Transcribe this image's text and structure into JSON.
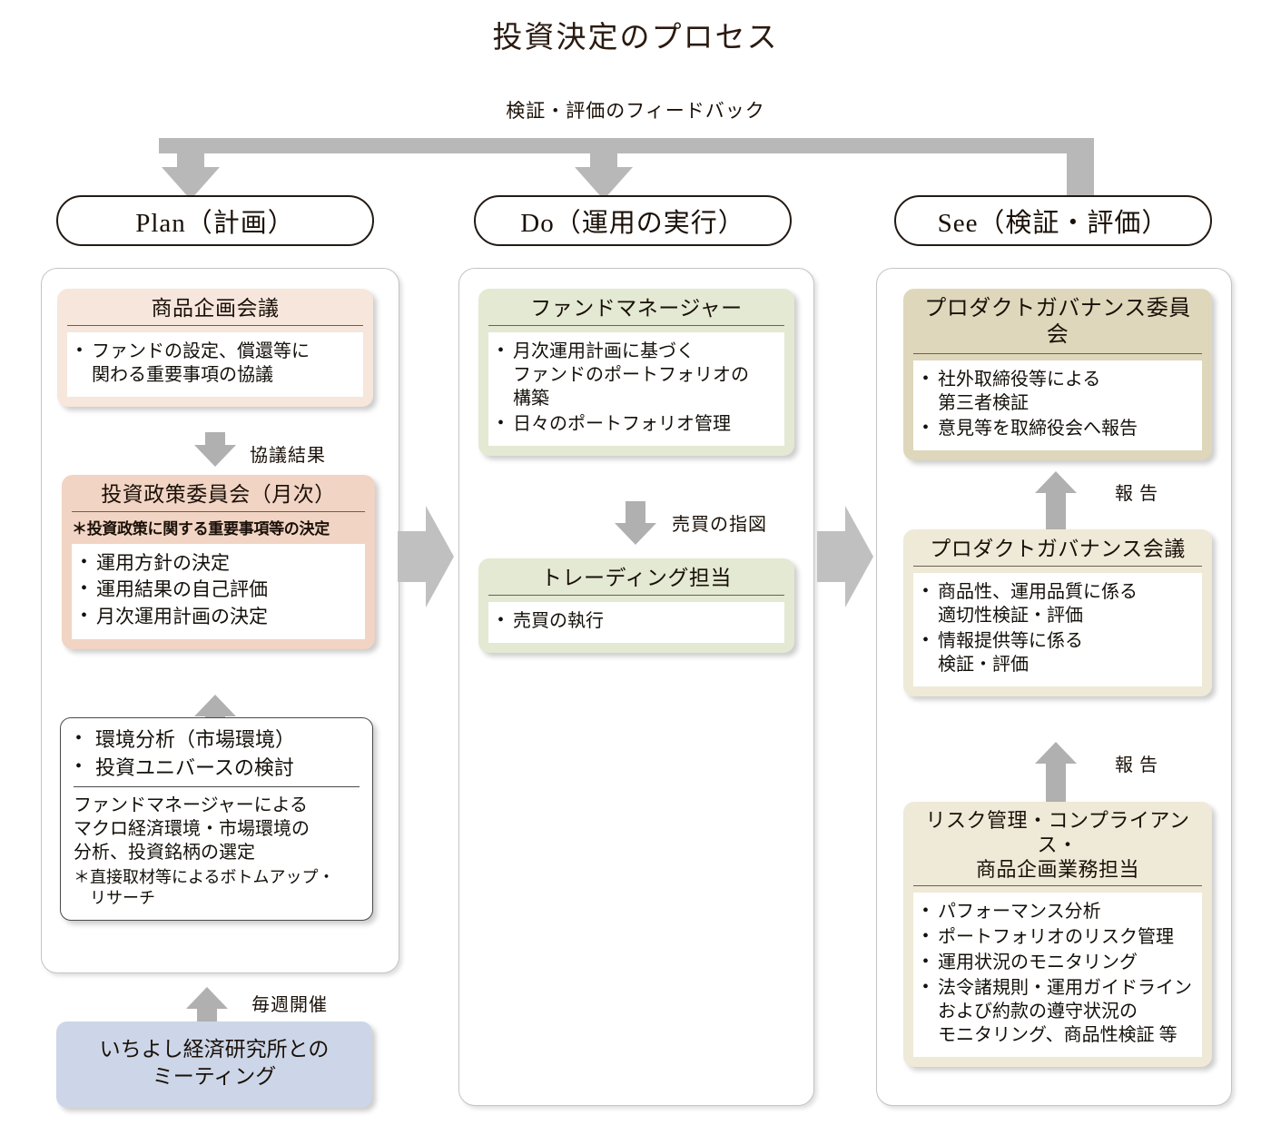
{
  "title": "投資決定のプロセス",
  "feedback": {
    "label": "検証・評価のフィードバック",
    "icon": "feedback-loop-arrow"
  },
  "colors": {
    "peach": "#f6e6dc",
    "salmon": "#f1d4c4",
    "green": "#e3e9d3",
    "tan": "#ded7bb",
    "cream": "#efe9d7",
    "blue": "#ccd6e8",
    "arrow_grey": "#b0b0b0",
    "feedback_grey": "#b8b8b8"
  },
  "columns": [
    {
      "key": "plan",
      "header": "Plan（計画）",
      "cards": [
        {
          "key": "product-planning-meeting",
          "title": "商品企画会議",
          "bullets": [
            {
              "main": "ファンドの設定、償還等に",
              "cont": "関わる重要事項の協議"
            }
          ]
        },
        {
          "key": "investment-policy-committee",
          "title": "投資政策委員会（月次）",
          "note": "＊投資政策に関する重要事項等の決定",
          "bullets": [
            {
              "main": "運用方針の決定"
            },
            {
              "main": "運用結果の自己評価"
            },
            {
              "main": "月次運用計画の決定"
            }
          ]
        },
        {
          "key": "environment-analysis",
          "bullets": [
            {
              "main": "環境分析（市場環境）"
            },
            {
              "main": "投資ユニバースの検討"
            }
          ],
          "paragraph": "ファンドマネージャーによる\nマクロ経済環境・市場環境の\n分析、投資銘柄の選定",
          "footnote": "＊直接取材等によるボトムアップ・\n　リサーチ"
        }
      ],
      "outside_card": {
        "key": "ichiyoshi-research-meeting",
        "text": "いちよし経済研究所との\nミーティング"
      },
      "arrows": [
        {
          "key": "consultation-result",
          "label": "協議結果",
          "direction": "down"
        },
        {
          "key": "to-policy-committee",
          "label": "",
          "direction": "up"
        },
        {
          "key": "weekly-meeting",
          "label": "毎週開催",
          "direction": "up"
        }
      ]
    },
    {
      "key": "do",
      "header": "Do（運用の実行）",
      "cards": [
        {
          "key": "fund-manager",
          "title": "ファンドマネージャー",
          "bullets": [
            {
              "main": "月次運用計画に基づく",
              "cont": "ファンドのポートフォリオの\n構築"
            },
            {
              "main": "日々のポートフォリオ管理"
            }
          ]
        },
        {
          "key": "trading-desk",
          "title": "トレーディング担当",
          "bullets": [
            {
              "main": "売買の執行"
            }
          ]
        }
      ],
      "arrows": [
        {
          "key": "trade-instruction",
          "label": "売買の指図",
          "direction": "down"
        }
      ]
    },
    {
      "key": "see",
      "header": "See（検証・評価）",
      "cards": [
        {
          "key": "product-governance-committee",
          "title": "プロダクトガバナンス委員会",
          "bullets": [
            {
              "main": "社外取締役等による",
              "cont": "第三者検証"
            },
            {
              "main": "意見等を取締役会へ報告"
            }
          ]
        },
        {
          "key": "product-governance-meeting",
          "title": "プロダクトガバナンス会議",
          "bullets": [
            {
              "main": "商品性、運用品質に係る",
              "cont": "適切性検証・評価"
            },
            {
              "main": "情報提供等に係る",
              "cont": "検証・評価"
            }
          ]
        },
        {
          "key": "risk-compliance-product-planning",
          "title": "リスク管理・コンプライアンス・\n商品企画業務担当",
          "bullets": [
            {
              "main": "パフォーマンス分析"
            },
            {
              "main": "ポートフォリオのリスク管理"
            },
            {
              "main": "運用状況のモニタリング"
            },
            {
              "main": "法令諸規則・運用ガイドライン",
              "cont": "および約款の遵守状況の\nモニタリング、商品性検証 等"
            }
          ]
        }
      ],
      "arrows": [
        {
          "key": "report-to-committee",
          "label": "報 告",
          "direction": "up"
        },
        {
          "key": "report-to-meeting",
          "label": "報 告",
          "direction": "up"
        }
      ]
    }
  ],
  "flow_arrows": [
    {
      "key": "plan-to-do",
      "icon": "arrow-right-large"
    },
    {
      "key": "do-to-see",
      "icon": "arrow-right-large"
    }
  ]
}
